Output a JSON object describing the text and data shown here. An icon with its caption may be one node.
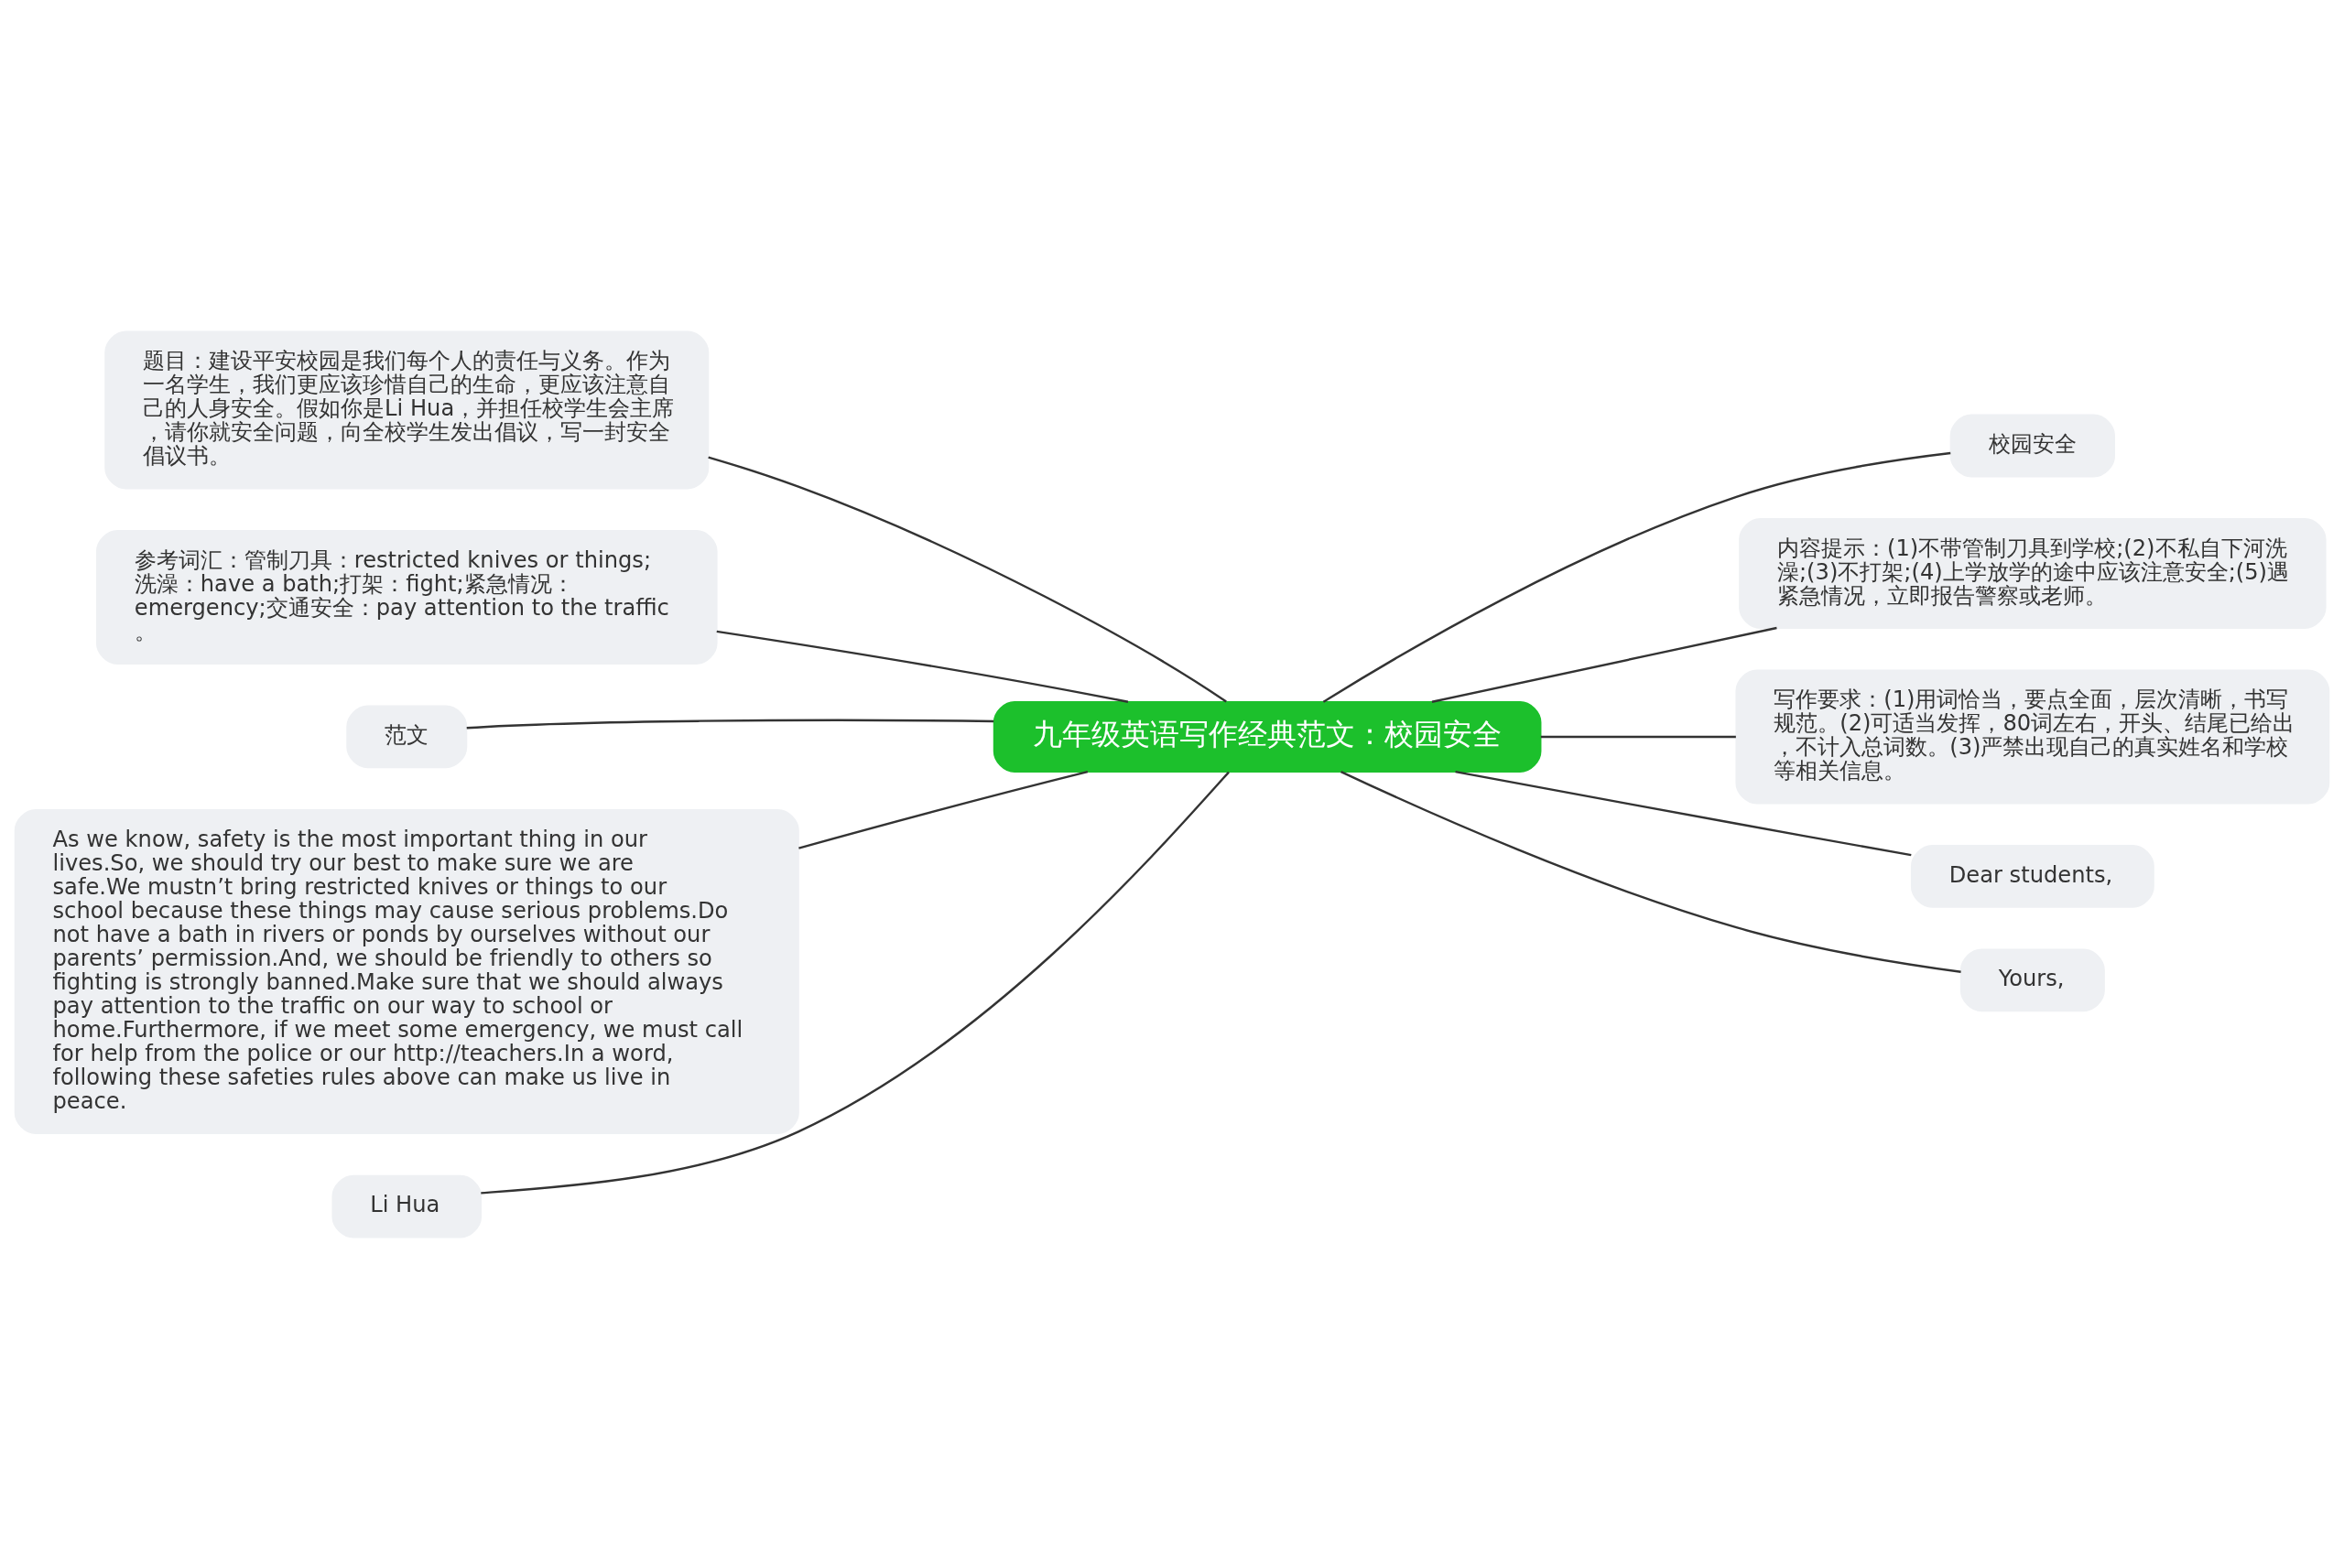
{
  "diagram": {
    "nodes": [
      {
        "text": [
          "九年级英语写作经典范文：校园安全"
        ]
      },
      {
        "text": [
          "题目：建设平安校园是我们每个人的责任与义务。作为一名学生，我们更应该珍惜自己的生命，更应该注意自己的人身安全。假如你是Li Hua，并担任校学生会主席，请你就安全问题，向全校学生发出倡议，写一封安全倡议书。"
        ]
      },
      {
        "text": [
          "参考词汇：管制刀具：restricted knives or things;洗澡：have a bath;打架：fight;紧急情况：emergency;交通安全：pay attention to the traffic。"
        ]
      },
      {
        "text": [
          "范文"
        ]
      },
      {
        "text": [
          "As we know, safety is the most important thing in our lives.So, we should try our best to make sure we are safe.We mustn’t bring restricted knives or things to our school because these things may cause serious problems.Do not have a bath in rivers or ponds by ourselves without our parents’ permission.And, we should be friendly to others so fighting is strongly banned.Make sure that we should always pay attention to the traffic on our way to school or home.Furthermore, if we meet some emergency, we must call for help from the police or our http://teachers.In a word, following these safeties rules above can make us live in peace."
        ]
      },
      {
        "text": [
          "Li Hua"
        ]
      },
      {
        "text": [
          "校园安全"
        ]
      },
      {
        "text": [
          "内容提示：(1)不带管制刀具到学校;(2)不私自下河洗澡;(3)不打架;(4)上学放学的途中应该注意安全;(5)遇紧急情况，立即报告警察或老师。"
        ]
      },
      {
        "text": [
          "写作要求：(1)用词恰当，要点全面，层次清晰，书写规范。(2)可适当发挥，80词左右，开头、结尾已给出，不计入总词数。(3)严禁出现自己的真实姓名和学校等相关信息。"
        ]
      },
      {
        "text": [
          "Dear students,"
        ]
      },
      {
        "text": [
          "Yours,"
        ]
      }
    ],
    "edges": [
      {
        "from": 0,
        "to": 1,
        "arrow": "none"
      },
      {
        "from": 0,
        "to": 2,
        "arrow": "none"
      },
      {
        "from": 0,
        "to": 3,
        "arrow": "none"
      },
      {
        "from": 0,
        "to": 4,
        "arrow": "none"
      },
      {
        "from": 0,
        "to": 5,
        "arrow": "none"
      },
      {
        "from": 0,
        "to": 6,
        "arrow": "none"
      },
      {
        "from": 0,
        "to": 7,
        "arrow": "none"
      },
      {
        "from": 0,
        "to": 8,
        "arrow": "none"
      },
      {
        "from": 0,
        "to": 9,
        "arrow": "none"
      },
      {
        "from": 0,
        "to": 10,
        "arrow": "none"
      }
    ]
  }
}
